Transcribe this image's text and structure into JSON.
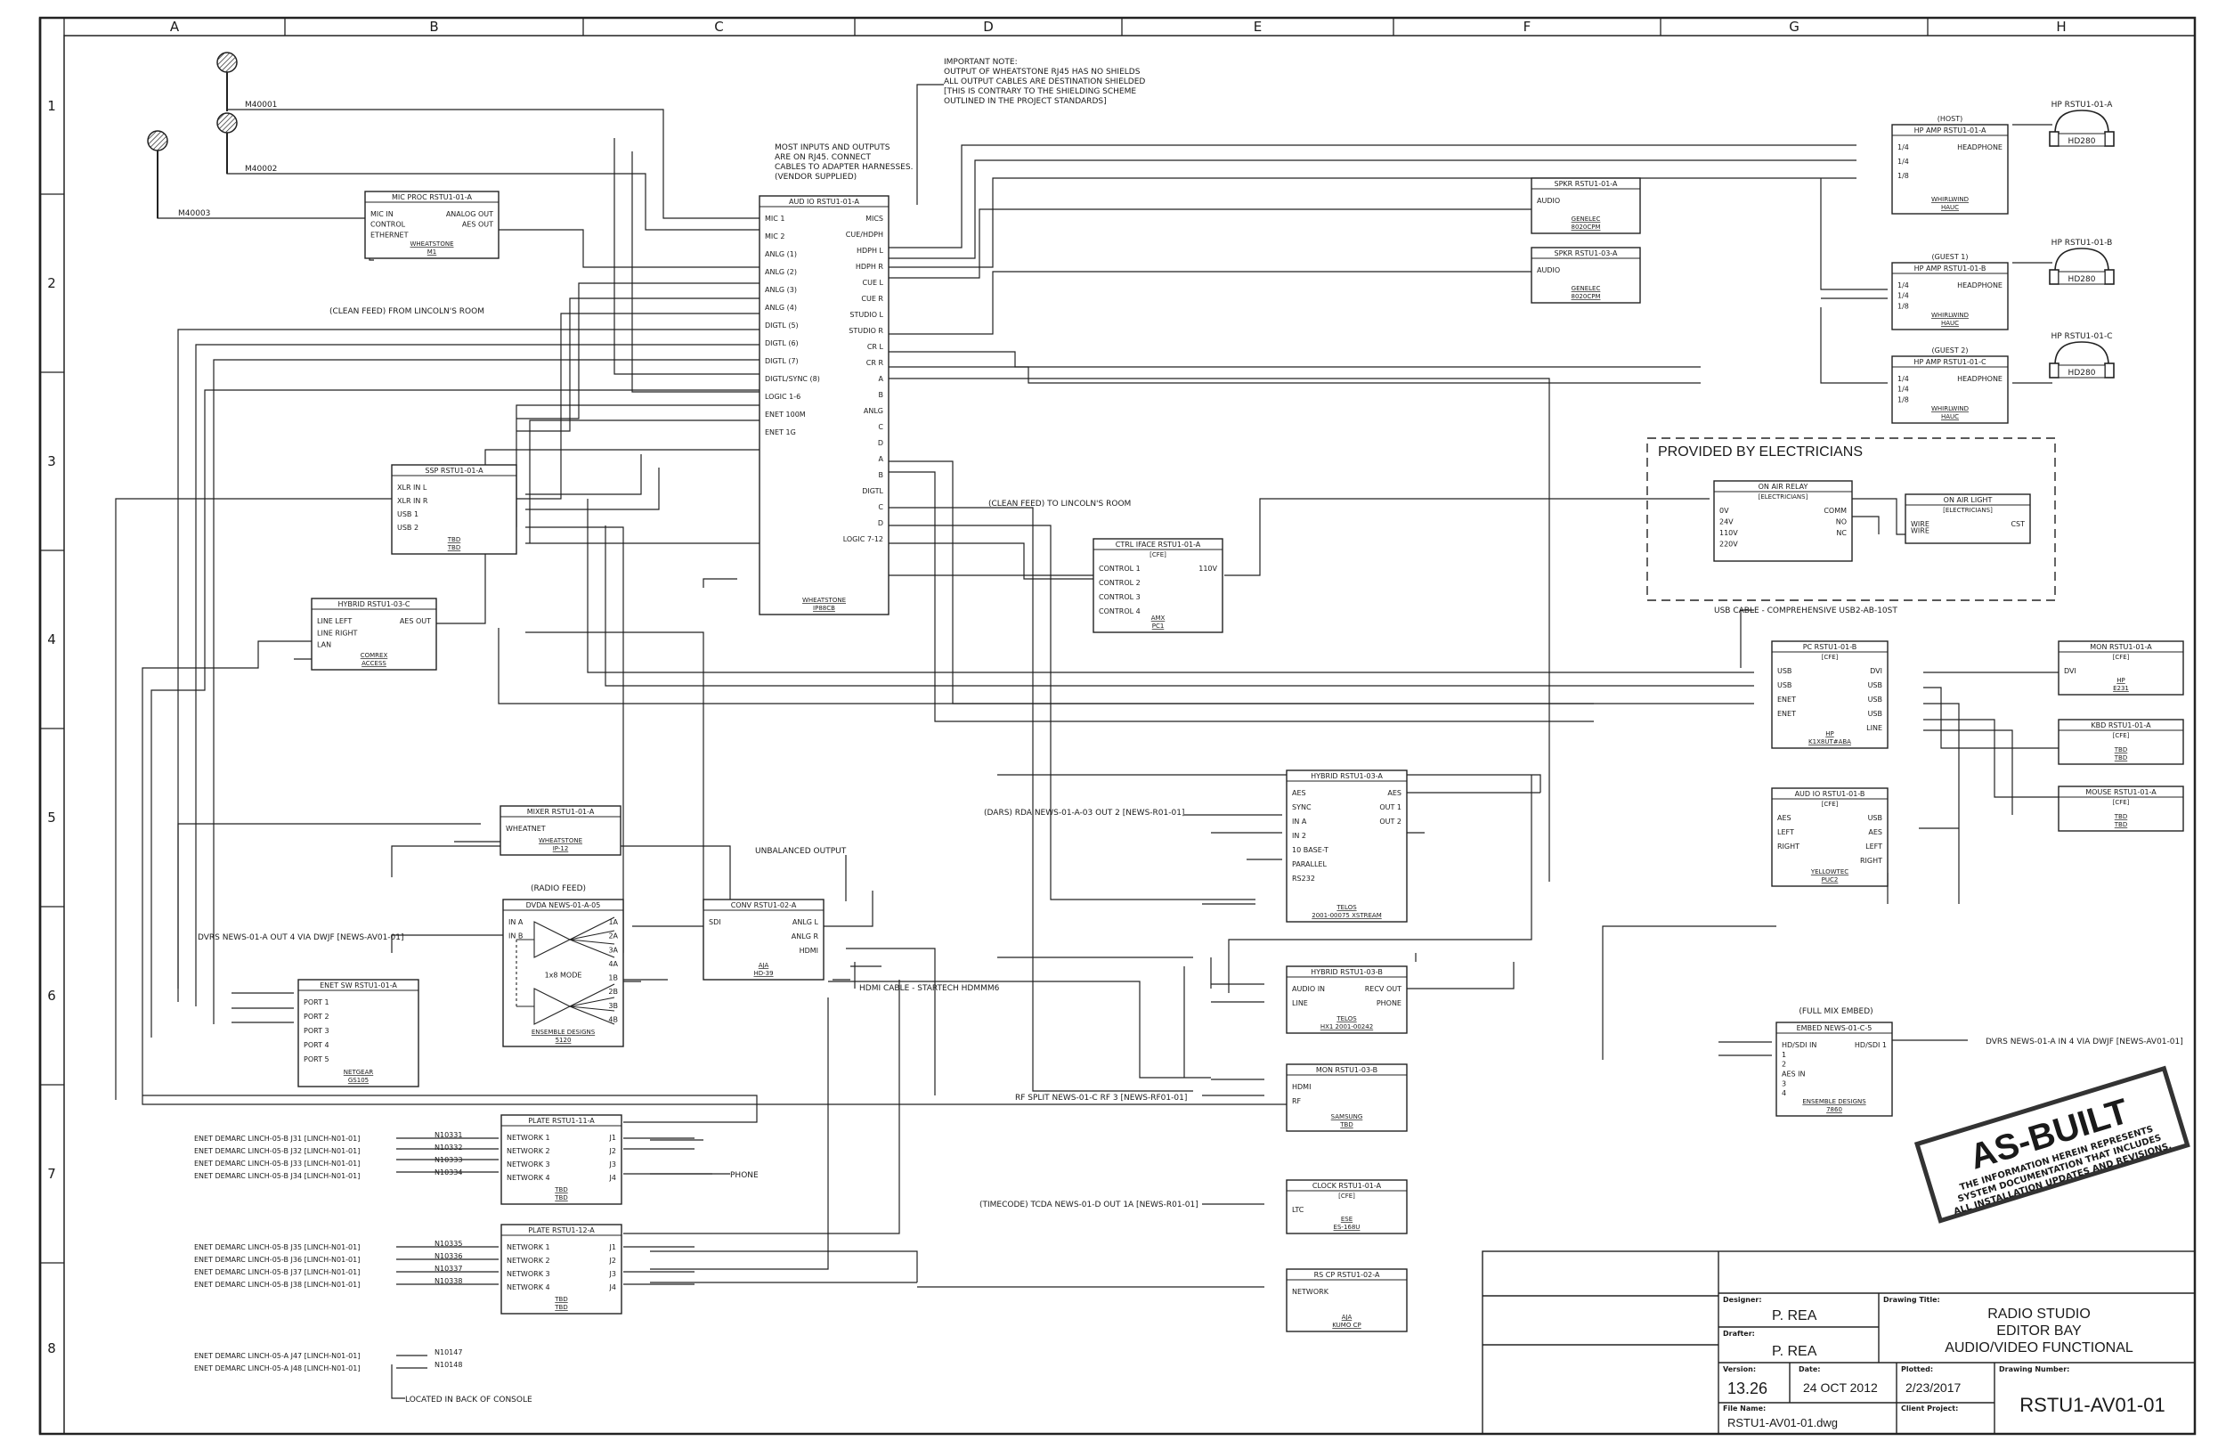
{
  "zones": {
    "columns": [
      "A",
      "B",
      "C",
      "D",
      "E",
      "F",
      "G",
      "H"
    ],
    "rows": [
      "1",
      "2",
      "3",
      "4",
      "5",
      "6",
      "7",
      "8"
    ]
  },
  "notes": {
    "important": [
      "IMPORTANT NOTE:",
      "OUTPUT OF WHEATSTONE RJ45 HAS NO SHIELDS",
      "ALL OUTPUT CABLES ARE DESTINATION SHIELDED",
      "[THIS IS CONTRARY TO THE SHIELDING SCHEME",
      "OUTLINED IN THE PROJECT STANDARDS]"
    ],
    "rj45": [
      "MOST INPUTS AND OUTPUTS",
      "ARE ON RJ45.  CONNECT",
      "CABLES TO ADAPTER HARNESSES.",
      "(VENDOR SUPPLIED)"
    ],
    "usb_cable": "USB CABLE - COMPREHENSIVE USB2-AB-10ST",
    "back_console": "LOCATED IN BACK OF CONSOLE",
    "hdmi_cable": "HDMI CABLE - STARTECH HDMMM6",
    "unbalanced": "UNBALANCED OUTPUT",
    "clean_feed_in": "(CLEAN FEED) FROM LINCOLN'S ROOM",
    "clean_feed_out": "(CLEAN FEED) TO LINCOLN'S ROOM",
    "dars": "(DARS) RDA NEWS-01-A-03 OUT 2 [NEWS-R01-01]",
    "dvrs_in": "DVRS NEWS-01-A OUT 4 VIA DWJF [NEWS-AV01-01]",
    "dvrs_out": "DVRS NEWS-01-A IN 4 VIA DWJF [NEWS-AV01-01]",
    "rf_split": "RF SPLIT NEWS-01-C RF 3 [NEWS-RF01-01]",
    "timecode": "(TIMECODE) TCDA NEWS-01-D OUT 1A [NEWS-R01-01]",
    "phone": "PHONE",
    "radio_feed": "(RADIO FEED)",
    "full_mix": "(FULL MIX EMBED)",
    "electricians": "PROVIDED BY ELECTRICIANS"
  },
  "devices": {
    "mic_proc": {
      "title": "MIC PROC RSTU1-01-A",
      "left": [
        "MIC IN",
        "CONTROL",
        "ETHERNET"
      ],
      "right": [
        "ANALOG OUT",
        "AES OUT"
      ],
      "maker": [
        "WHEATSTONE",
        "M1"
      ]
    },
    "aud_io": {
      "title": "AUD IO RSTU1-01-A",
      "left": [
        "MIC 1",
        "MIC 2",
        "ANLG (1)",
        "ANLG (2)",
        "ANLG (3)",
        "ANLG (4)",
        "DIGTL (5)",
        "DIGTL (6)",
        "DIGTL (7)",
        "DIGTL/SYNC (8)",
        "LOGIC 1-6",
        "ENET 100M",
        "ENET 1G"
      ],
      "right": [
        "MICS",
        "CUE/HDPH",
        "HDPH L",
        "HDPH R",
        "CUE L",
        "CUE R",
        "STUDIO L",
        "STUDIO R",
        "CR L",
        "CR R",
        "A",
        "B",
        "ANLG",
        "C",
        "D",
        "A",
        "B",
        "DIGTL",
        "C",
        "D",
        "LOGIC 7-12"
      ],
      "maker": [
        "WHEATSTONE",
        "IP88CB"
      ]
    },
    "ssp": {
      "title": "SSP RSTU1-01-A",
      "left": [
        "XLR IN L",
        "XLR IN R",
        "USB 1",
        "USB 2"
      ],
      "maker": [
        "TBD",
        "TBD"
      ]
    },
    "hybrid_c": {
      "title": "HYBRID RSTU1-03-C",
      "left": [
        "LINE LEFT",
        "LINE RIGHT",
        "LAN"
      ],
      "right": [
        "AES OUT"
      ],
      "maker": [
        "COMREX",
        "ACCESS"
      ]
    },
    "ctrl_iface": {
      "title": "CTRL IFACE RSTU1-01-A",
      "sub": "[CFE]",
      "left": [
        "CONTROL 1",
        "CONTROL 2",
        "CONTROL 3",
        "CONTROL 4"
      ],
      "right": [
        "110V"
      ],
      "maker": [
        "AMX",
        "PC1"
      ]
    },
    "spkr_a": {
      "title": "SPKR RSTU1-01-A",
      "left": [
        "AUDIO"
      ],
      "maker": [
        "GENELEC",
        "8020CPM"
      ]
    },
    "spkr_b": {
      "title": "SPKR RSTU1-03-A",
      "left": [
        "AUDIO"
      ],
      "maker": [
        "GENELEC",
        "8020CPM"
      ]
    },
    "hp_amp_host": {
      "tag": "(HOST)",
      "title": "HP AMP RSTU1-01-A",
      "left": [
        "1/4",
        "1/4",
        "1/8"
      ],
      "right": [
        "HEADPHONE"
      ],
      "maker": [
        "WHIRLWIND",
        "HAUC"
      ]
    },
    "hp_amp_g1": {
      "tag": "(GUEST 1)",
      "title": "HP AMP RSTU1-01-B",
      "left": [
        "1/4",
        "1/4",
        "1/8"
      ],
      "right": [
        "HEADPHONE"
      ],
      "maker": [
        "WHIRLWIND",
        "HAUC"
      ]
    },
    "hp_amp_g2": {
      "tag": "(GUEST 2)",
      "title": "HP AMP RSTU1-01-C",
      "left": [
        "1/4",
        "1/4",
        "1/8"
      ],
      "right": [
        "HEADPHONE"
      ],
      "maker": [
        "WHIRLWIND",
        "HAUC"
      ]
    },
    "hp_a": {
      "title": "HP RSTU1-01-A",
      "maker": "HD280"
    },
    "hp_b": {
      "title": "HP RSTU1-01-B",
      "maker": "HD280"
    },
    "hp_c": {
      "title": "HP RSTU1-01-C",
      "maker": "HD280"
    },
    "relay": {
      "title": "ON AIR RELAY",
      "sub": "[ELECTRICIANS]",
      "left": [
        "0V",
        "24V",
        "110V",
        "220V"
      ],
      "right": [
        "COMM",
        "NO",
        "NC"
      ]
    },
    "light": {
      "title": "ON AIR LIGHT",
      "sub": "[ELECTRICIANS]",
      "left": [
        "WIRE",
        "WIRE"
      ],
      "right": [
        "CST"
      ]
    },
    "pc": {
      "title": "PC RSTU1-01-B",
      "sub": "[CFE]",
      "left": [
        "USB",
        "USB",
        "ENET",
        "ENET"
      ],
      "right": [
        "DVI",
        "USB",
        "USB",
        "USB",
        "LINE"
      ],
      "maker": [
        "HP",
        "K1X8UT#ABA"
      ]
    },
    "mon_pc": {
      "title": "MON RSTU1-01-A",
      "sub": "[CFE]",
      "left": [
        "DVI"
      ],
      "maker": [
        "HP",
        "E231"
      ]
    },
    "kbd": {
      "title": "KBD RSTU1-01-A",
      "sub": "[CFE]",
      "maker": [
        "TBD",
        "TBD"
      ]
    },
    "mouse": {
      "title": "MOUSE RSTU1-01-A",
      "sub": "[CFE]",
      "maker": [
        "TBD",
        "TBD"
      ]
    },
    "aud_io_b": {
      "title": "AUD IO RSTU1-01-B",
      "sub": "[CFE]",
      "left": [
        "AES",
        "LEFT",
        "RIGHT"
      ],
      "right": [
        "USB",
        "AES",
        "LEFT",
        "RIGHT"
      ],
      "maker": [
        "YELLOWTEC",
        "PUC2"
      ]
    },
    "mixer": {
      "title": "MIXER RSTU1-01-A",
      "left": [
        "WHEATNET"
      ],
      "maker": [
        "WHEATSTONE",
        "IP-12"
      ]
    },
    "dvda": {
      "title": "DVDA NEWS-01-A-05",
      "left": [
        "IN A",
        "IN B"
      ],
      "right": [
        "1A",
        "2A",
        "3A",
        "4A",
        "1B",
        "2B",
        "3B",
        "4B"
      ],
      "mode": "1x8 MODE",
      "maker": [
        "ENSEMBLE DESIGNS",
        "5120"
      ]
    },
    "conv": {
      "title": "CONV RSTU1-02-A",
      "left": [
        "SDI"
      ],
      "right": [
        "ANLG L",
        "ANLG R",
        "HDMI"
      ],
      "maker": [
        "AJA",
        "HD-39"
      ]
    },
    "enet_sw": {
      "title": "ENET SW RSTU1-01-A",
      "left": [
        "PORT 1",
        "PORT 2",
        "PORT 3",
        "PORT 4",
        "PORT 5"
      ],
      "maker": [
        "NETGEAR",
        "GS105"
      ]
    },
    "hybrid_a": {
      "title": "HYBRID RSTU1-03-A",
      "left": [
        "AES",
        "SYNC",
        "IN A",
        "IN 2",
        "10 BASE-T",
        "PARALLEL",
        "RS232"
      ],
      "right": [
        "AES",
        "OUT 1",
        "OUT 2"
      ],
      "maker": [
        "TELOS",
        "2001-00075 XSTREAM"
      ]
    },
    "hybrid_b": {
      "title": "HYBRID RSTU1-03-B",
      "left": [
        "AUDIO IN",
        "LINE"
      ],
      "right": [
        "RECV OUT",
        "PHONE"
      ],
      "maker": [
        "TELOS",
        "HX1 2001-00242"
      ]
    },
    "mon_b": {
      "title": "MON RSTU1-03-B",
      "left": [
        "HDMI",
        "RF"
      ],
      "maker": [
        "SAMSUNG",
        "TBD"
      ]
    },
    "clock": {
      "title": "CLOCK RSTU1-01-A",
      "sub": "[CFE]",
      "left": [
        "LTC"
      ],
      "maker": [
        "ESE",
        "ES-168U"
      ]
    },
    "rs_cp": {
      "title": "RS CP RSTU1-02-A",
      "left": [
        "NETWORK"
      ],
      "maker": [
        "AJA",
        "KUMO CP"
      ]
    },
    "embed": {
      "title": "EMBED NEWS-01-C-5",
      "left": [
        "HD/SDI IN",
        "1",
        "2",
        "AES IN",
        "3",
        "4"
      ],
      "right": [
        "HD/SDI 1"
      ],
      "maker": [
        "ENSEMBLE DESIGNS",
        "7860"
      ]
    },
    "plate_11": {
      "title": "PLATE RSTU1-11-A",
      "left": [
        "NETWORK 1",
        "NETWORK 2",
        "NETWORK 3",
        "NETWORK 4"
      ],
      "right": [
        "J1",
        "J2",
        "J3",
        "J4"
      ],
      "maker": [
        "TBD",
        "TBD"
      ]
    },
    "plate_12": {
      "title": "PLATE RSTU1-12-A",
      "left": [
        "NETWORK 1",
        "NETWORK 2",
        "NETWORK 3",
        "NETWORK 4"
      ],
      "right": [
        "J1",
        "J2",
        "J3",
        "J4"
      ],
      "maker": [
        "TBD",
        "TBD"
      ]
    }
  },
  "demarcs": {
    "p11": [
      "ENET DEMARC LINCH-05-B J31 [LINCH-N01-01]",
      "ENET DEMARC LINCH-05-B J32 [LINCH-N01-01]",
      "ENET DEMARC LINCH-05-B J33 [LINCH-N01-01]",
      "ENET DEMARC LINCH-05-B J34 [LINCH-N01-01]"
    ],
    "p12": [
      "ENET DEMARC LINCH-05-B J35 [LINCH-N01-01]",
      "ENET DEMARC LINCH-05-B J36 [LINCH-N01-01]",
      "ENET DEMARC LINCH-05-B J37 [LINCH-N01-01]",
      "ENET DEMARC LINCH-05-B J38 [LINCH-N01-01]"
    ],
    "console": [
      "ENET DEMARC LINCH-05-A J47 [LINCH-N01-01]",
      "ENET DEMARC LINCH-05-A J48 [LINCH-N01-01]"
    ]
  },
  "cables": {
    "mics": [
      "M40001",
      "M40002",
      "M40003"
    ],
    "p11": [
      "N10331",
      "N10332",
      "N10333",
      "N10334"
    ],
    "p12": [
      "N10335",
      "N10336",
      "N10337",
      "N10338"
    ],
    "console": [
      "N10147",
      "N10148"
    ]
  },
  "stamp": {
    "main": "AS-BUILT",
    "lines": [
      "THE INFORMATION HEREIN REPRESENTS",
      "SYSTEM DOCUMENTATION THAT INCLUDES",
      "ALL INSTALLATION UPDATES AND REVISIONS."
    ]
  },
  "title_block": {
    "designer_label": "Designer:",
    "designer": "P. REA",
    "drafter_label": "Drafter:",
    "drafter": "P. REA",
    "drawing_title_label": "Drawing Title:",
    "title_lines": [
      "RADIO STUDIO",
      "EDITOR BAY",
      "AUDIO/VIDEO FUNCTIONAL"
    ],
    "version_label": "Version:",
    "version": "13.26",
    "date_label": "Date:",
    "date": "24 OCT 2012",
    "plotted_label": "Plotted:",
    "plotted": "2/23/2017",
    "drawing_number_label": "Drawing Number:",
    "drawing_number": "RSTU1-AV01-01",
    "file_name_label": "File Name:",
    "file_name": "RSTU1-AV01-01.dwg",
    "client_label": "Client Project:"
  }
}
